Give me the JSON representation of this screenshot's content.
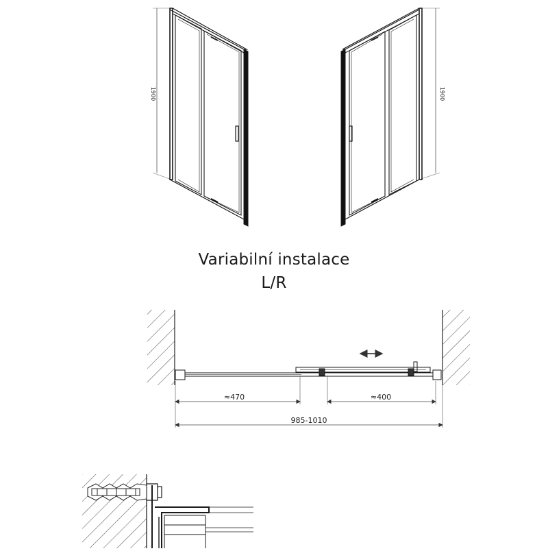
{
  "caption": {
    "line1": "Variabilní instalace",
    "line2": "L/R"
  },
  "dimensions": {
    "left_view_height": "1900",
    "right_view_height": "1900",
    "fixed_panel_width": "≈470",
    "sliding_opening_width": "≈400",
    "total_width": "985-1010"
  },
  "colors": {
    "line": "#1a1a1a",
    "frame": "#111111",
    "dim_line": "#555555"
  }
}
